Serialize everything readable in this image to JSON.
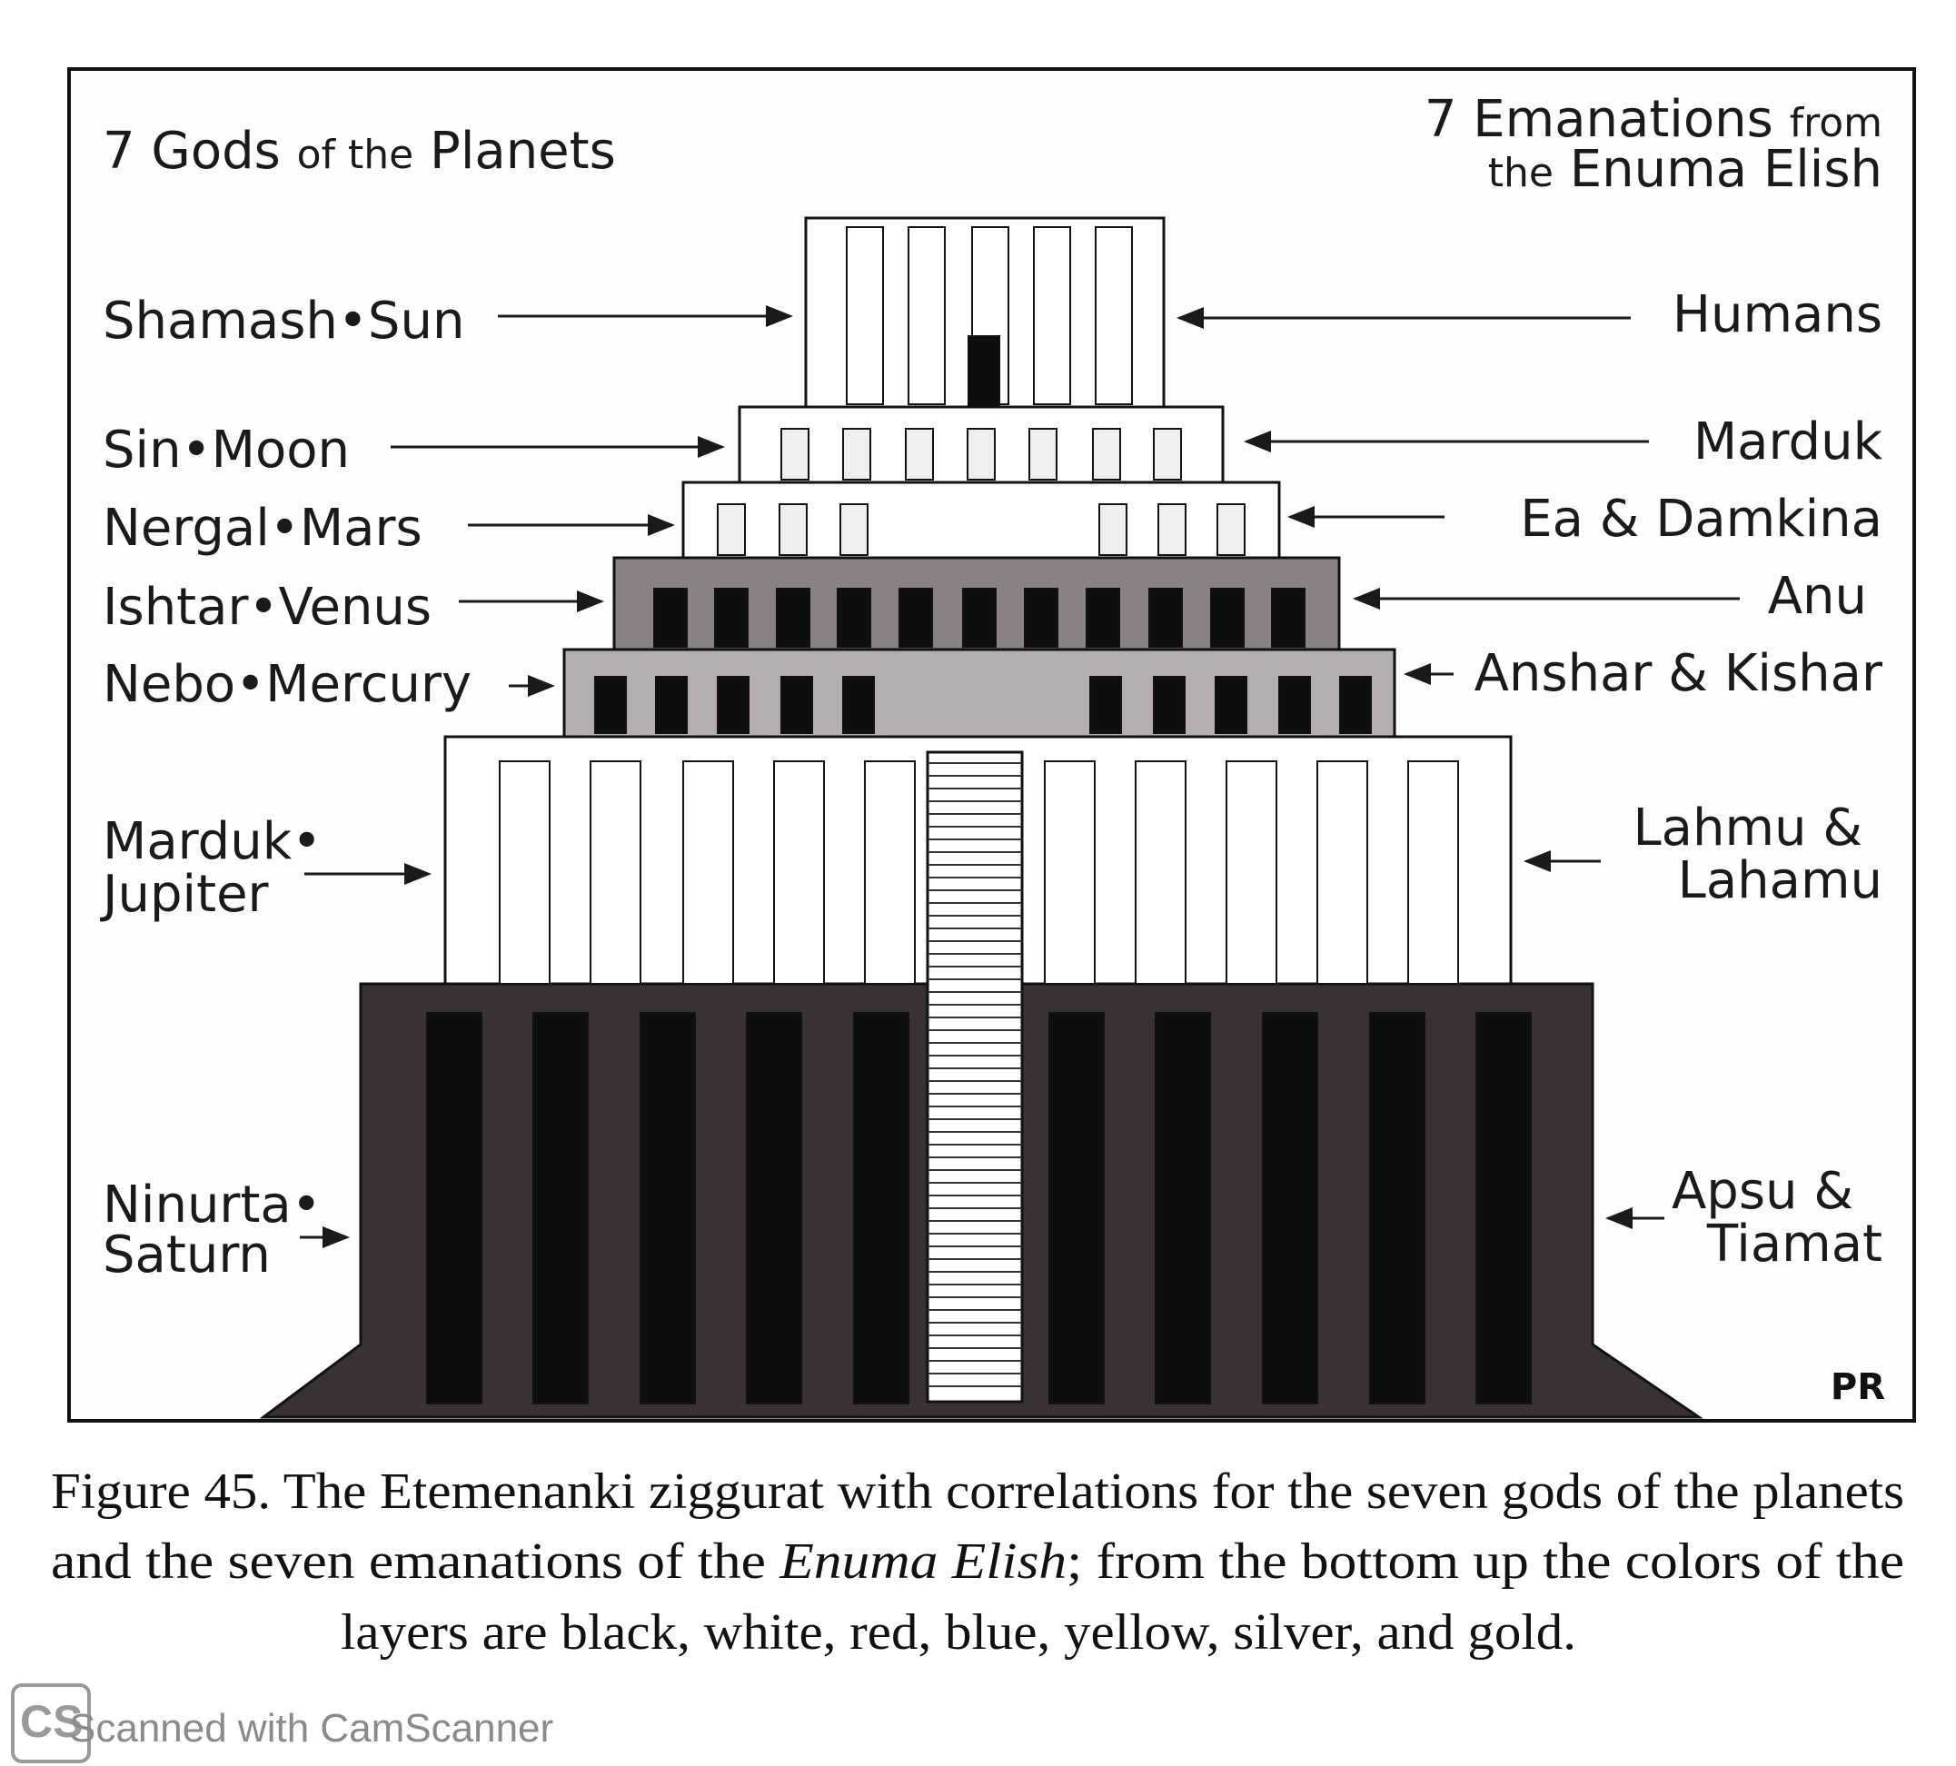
{
  "figure": {
    "left_title": {
      "num": "7 Gods",
      "of_the": "of the",
      "word": "Planets"
    },
    "right_title": {
      "line1_main": "7 Emanations",
      "line1_small": "from",
      "line2_small": "the",
      "line2_main": "Enuma Elish"
    },
    "left_labels": [
      "Shamash•Sun",
      "Sin•Moon",
      "Nergal•Mars",
      "Ishtar•Venus",
      "Nebo•Mercury",
      "Marduk•",
      "Jupiter",
      "Ninurta•",
      "Saturn"
    ],
    "right_labels": [
      "Humans",
      "Marduk",
      "Ea & Damkina",
      "Anu",
      "Anshar & Kishar",
      "Lahmu &",
      "Lahamu",
      "Apsu &",
      "Tiamat"
    ],
    "artist_mark": "PR",
    "layer_colors": {
      "black": "#3a3232",
      "white": "#ffffff",
      "red": "#8a8282",
      "blue": "#b4aeae",
      "window": "#0e0e0e"
    }
  },
  "caption": {
    "line1": "Figure 45. The Etemenanki ziggurat with correlations for the seven gods of the planets",
    "line2a": "and the seven emanations of the ",
    "line2_italic": "Enuma Elish",
    "line2b": "; from the bottom up the colors of the",
    "line3": "layers are black, white, red, blue, yellow, silver, and gold."
  },
  "watermark": {
    "logo": "CS",
    "text": "Scanned with CamScanner"
  }
}
